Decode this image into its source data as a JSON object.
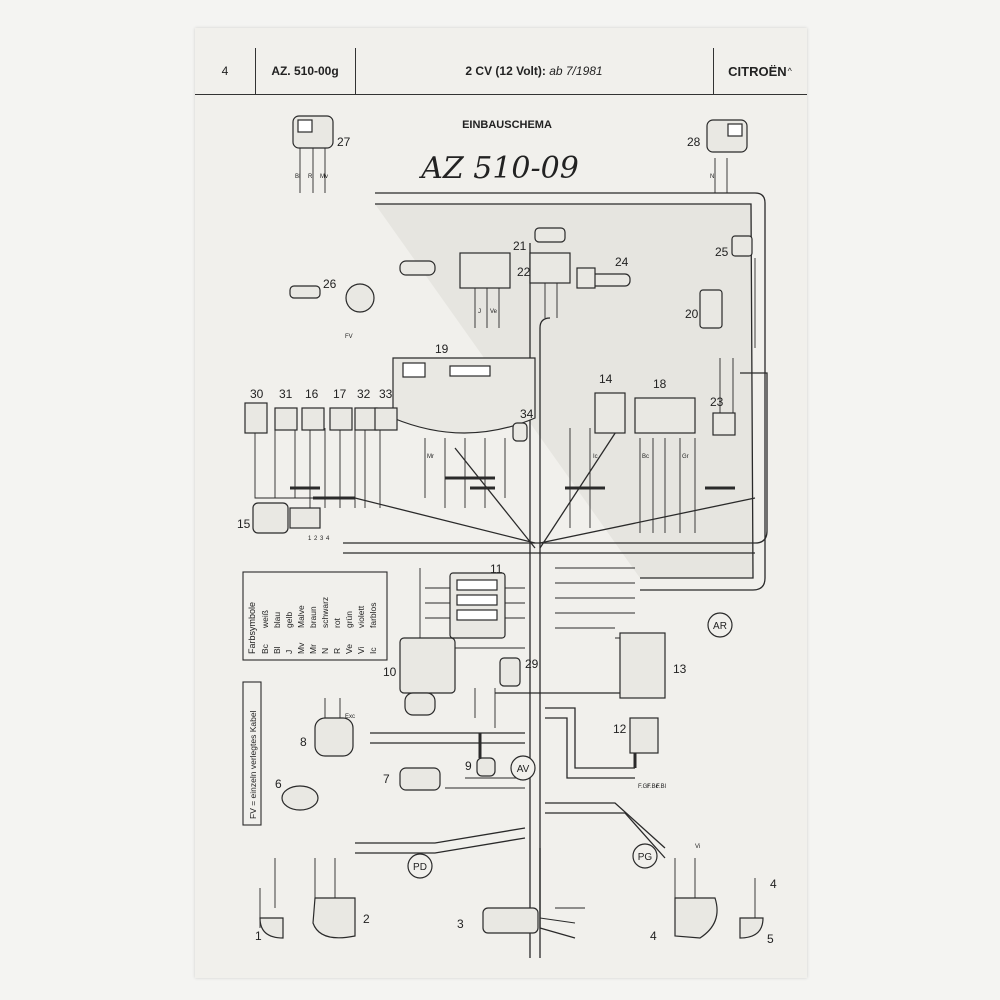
{
  "header": {
    "page_number": "4",
    "ref": "AZ. 510-00g",
    "vehicle_prefix": "2 CV (12 Volt):",
    "vehicle_suffix": "ab 7/1981",
    "brand": "CITROËN"
  },
  "diagram_title": "EINBAUSCHEMA",
  "handwritten_note": "AZ 510-09",
  "component_numbers": [
    "1",
    "2",
    "3",
    "4",
    "4",
    "5",
    "6",
    "7",
    "8",
    "9",
    "10",
    "11",
    "12",
    "13",
    "14",
    "15",
    "16",
    "17",
    "18",
    "19",
    "20",
    "21",
    "22",
    "23",
    "24",
    "25",
    "26",
    "27",
    "28",
    "29",
    "30",
    "31",
    "32",
    "33",
    "34"
  ],
  "connectors": [
    "AV",
    "AR",
    "PD",
    "PG"
  ],
  "legend": {
    "title": "Farbsymbole",
    "rows": [
      {
        "code": "Bc",
        "color": "weiß"
      },
      {
        "code": "Bl",
        "color": "blau"
      },
      {
        "code": "J",
        "color": "gelb"
      },
      {
        "code": "Mv",
        "color": "Malve"
      },
      {
        "code": "Mr",
        "color": "braun"
      },
      {
        "code": "N",
        "color": "schwarz"
      },
      {
        "code": "R",
        "color": "rot"
      },
      {
        "code": "Ve",
        "color": "grün"
      },
      {
        "code": "Vi",
        "color": "violett"
      },
      {
        "code": "Ic",
        "color": "farblos"
      }
    ]
  },
  "fv_note": "FV = einzeln verlegtes Kabel",
  "wire_labels": [
    "Bl",
    "R",
    "Mv",
    "N",
    "J",
    "Ve",
    "Ic",
    "Bc",
    "Mr",
    "Gr",
    "FV",
    "Exc",
    "Vi",
    "F.Gr",
    "F.Bc",
    "F.Bl",
    "1",
    "2",
    "3",
    "4"
  ],
  "colors": {
    "ink": "#2a2a2a",
    "paper": "#f1f0ec",
    "harness_fill": "#d8d6d0"
  }
}
